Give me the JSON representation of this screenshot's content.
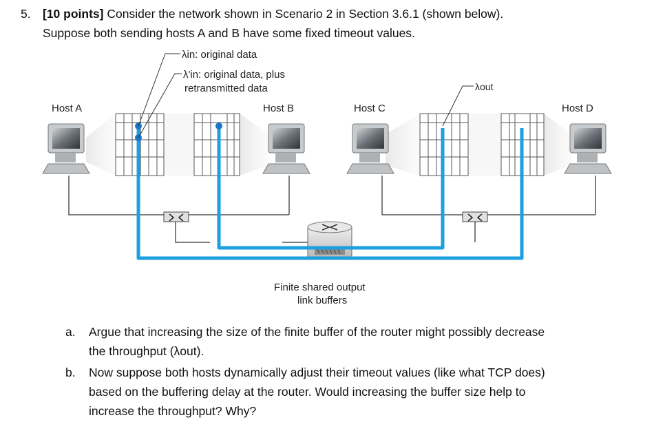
{
  "question": {
    "number": "5.",
    "points": "[10 points]",
    "line1": "Consider the network shown in Scenario 2 in Section 3.6.1 (shown below).",
    "line2": "Suppose both sending hosts A and B have some fixed timeout values."
  },
  "figure": {
    "legend_lambda_in": "λin: original data",
    "legend_lambda_in_prime_1": "λ'in: original data, plus",
    "legend_lambda_in_prime_2": "retransmitted data",
    "lambda_out": "λout",
    "host_a": "Host A",
    "host_b": "Host B",
    "host_c": "Host C",
    "host_d": "Host D",
    "buffer_label_1": "Finite shared output",
    "buffer_label_2": "link buffers",
    "colors": {
      "flow": "#1e9fe0",
      "link": "#555555",
      "flow_dot": "#1976c8"
    }
  },
  "parts": {
    "a_mark": "a.",
    "a_line1": "Argue that increasing the size of the finite buffer of the router might possibly decrease",
    "a_line2": "the throughput (λout).",
    "b_mark": "b.",
    "b_line1": "Now suppose both hosts dynamically adjust their timeout values (like what TCP does)",
    "b_line2": "based on the buffering delay at the router. Would increasing the buffer size help to",
    "b_line3": "increase the throughput? Why?"
  }
}
